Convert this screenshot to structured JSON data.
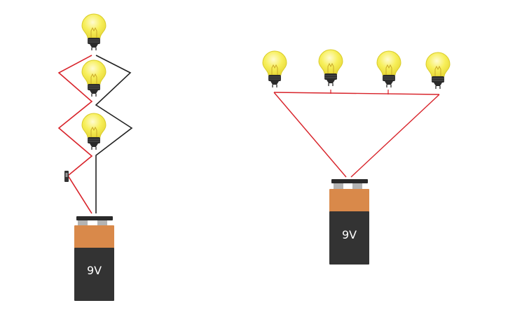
{
  "colors": {
    "background": "#ffffff",
    "bulb_glass": "#f7ef5a",
    "bulb_glass_edge": "#d9cc2a",
    "bulb_filament": "#c9a92a",
    "bulb_base": "#2b2b2b",
    "wire_positive": "#d8232a",
    "wire_negative": "#222222",
    "battery_top": "#d9894a",
    "battery_bottom": "#333333",
    "battery_terminal": "#b3b3b3",
    "battery_cap": "#2a2a2a"
  },
  "icons": {
    "bulb": "light-bulb-icon",
    "battery": "battery-icon",
    "switch": "switch-icon"
  },
  "left_circuit": {
    "battery": {
      "label": "9V"
    },
    "bulb_count": 3,
    "has_switch": true
  },
  "right_circuit": {
    "battery": {
      "label": "9V"
    },
    "bulb_count": 4,
    "has_switch": false
  }
}
